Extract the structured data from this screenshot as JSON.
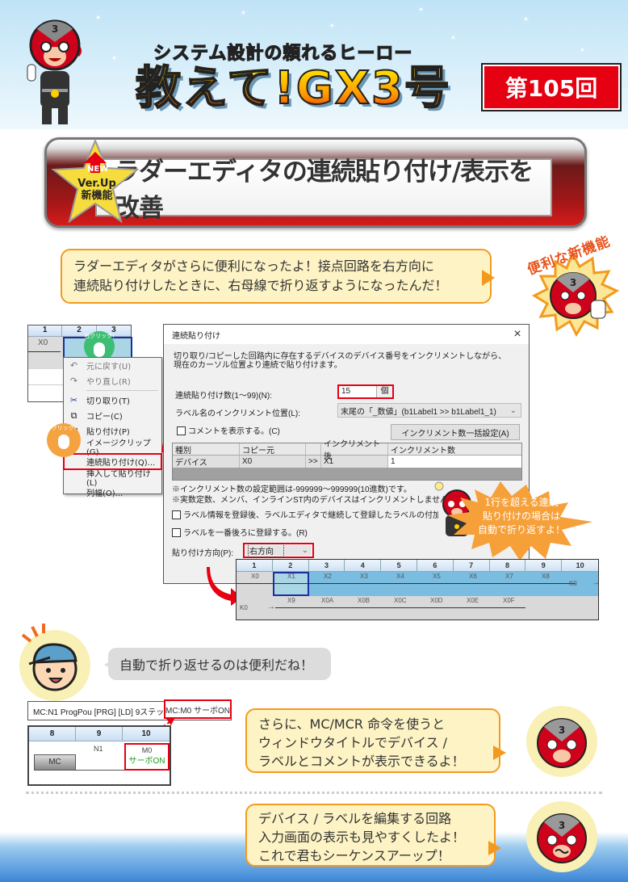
{
  "header": {
    "subtitle": "システム設計の頼れるヒーロー",
    "title": "教えて!GX3号",
    "issue": "第105回",
    "colors": {
      "issue_bg": "#e50012",
      "title_fill": "#ffd000",
      "sky": "#bfe3f6"
    }
  },
  "banner": {
    "badge_new": "NEW",
    "badge_line1": "Ver.Up",
    "badge_line2": "新機能",
    "headline": "ラダーエディタの連続貼り付け/表示を改善"
  },
  "intro_bubble": {
    "line1": "ラダーエディタがさらに便利になったよ！接点回路を右方向に",
    "line2": "連続貼り付けしたときに、右母線で折り返すようになったんだ！"
  },
  "badge_caption": "便利な新機能",
  "mini_ladder": {
    "columns": [
      "1",
      "2",
      "3"
    ],
    "contact": "X0",
    "right_click_label": "右クリック!",
    "click_label": "クリック!"
  },
  "context_menu": {
    "items": [
      {
        "label": "元に戻す(U)",
        "icon": "undo-icon",
        "disabled": true
      },
      {
        "label": "やり直し(R)",
        "icon": "redo-icon",
        "disabled": true
      },
      {
        "label": "切り取り(T)",
        "icon": "scissors-icon",
        "disabled": false
      },
      {
        "label": "コピー(C)",
        "icon": "copy-icon",
        "disabled": false
      },
      {
        "label": "貼り付け(P)",
        "icon": "paste-icon",
        "disabled": false
      },
      {
        "label": "イメージクリップ(G)",
        "icon": "",
        "disabled": false
      },
      {
        "label": "連続貼り付け(Q)...",
        "icon": "",
        "disabled": false,
        "highlighted": true
      },
      {
        "label": "挿入して貼り付け(L)",
        "icon": "",
        "disabled": false
      },
      {
        "label": "列幅(O)...",
        "icon": "",
        "disabled": false
      }
    ]
  },
  "dialog": {
    "title": "連続貼り付け",
    "close": "×",
    "desc_line1": "切り取り/コピーした回路内に存在するデバイスのデバイス番号をインクリメントしながら、",
    "desc_line2": "現在のカーソル位置より連続で貼り付けます。",
    "count_label": "連続貼り付け数(1～99)(N):",
    "count_value": "15",
    "count_unit": "個",
    "label_pos_label": "ラベル名のインクリメント位置(L):",
    "label_pos_value": "末尾の「_数値」(b1Label1 >> b1Label1_1)",
    "show_comment_label": "コメントを表示する。(C)",
    "bulk_button": "インクリメント数一括設定(A)",
    "table": {
      "headers": [
        "種別",
        "コピー元",
        "",
        "インクリメント後",
        "インクリメント数"
      ],
      "rows": [
        [
          "デバイス",
          "X0",
          ">>",
          "X1",
          "1"
        ]
      ]
    },
    "note1": "※インクリメント数の設定範囲は-999999～999999(10進数)です。",
    "note2": "※実数定数、メンバ、インラインST内のデバイスはインクリメントしません。",
    "check1": "ラベル情報を登録後、ラベルエディタで継続して登録したラベルの付加情報を編",
    "check2": "ラベルを一番後ろに登録する。(R)",
    "direction_label": "貼り付け方向(P):",
    "direction_value": "右方向"
  },
  "burst": {
    "line1": "1行を超える連続",
    "line2": "貼り付けの場合は",
    "line3": "自動で折り返すよ！"
  },
  "result_ladder": {
    "columns": [
      "1",
      "2",
      "3",
      "4",
      "5",
      "6",
      "7",
      "8",
      "9",
      "10"
    ],
    "row1": [
      "X0",
      "X1",
      "X2",
      "X3",
      "X4",
      "X5",
      "X6",
      "X7",
      "X8"
    ],
    "row1_end": "K0",
    "row2_start": "K0",
    "row2": [
      "X9",
      "X0A",
      "X0B",
      "X0C",
      "X0D",
      "X0E",
      "X0F"
    ]
  },
  "kid_bubble": "自動で折り返せるのは便利だね！",
  "mc_window": {
    "title_prefix": "MC:N1 ProgPou [PRG] [LD] 9ステップ ",
    "title_highlight": "MC:M0 サーボON",
    "columns": [
      "8",
      "9",
      "10"
    ],
    "mc_label": "MC",
    "n_label": "N1",
    "device": "M0",
    "comment": "サーボON"
  },
  "bubble2": {
    "line1": "さらに、MC/MCR 命令を使うと",
    "line2": "ウィンドウタイトルでデバイス /",
    "line3": "ラベルとコメントが表示できるよ！"
  },
  "bubble3": {
    "line1": "デバイス / ラベルを編集する回路",
    "line2": "入力画面の表示も見やすくしたよ！",
    "line3": "これで君もシーケンスアーップ！"
  }
}
